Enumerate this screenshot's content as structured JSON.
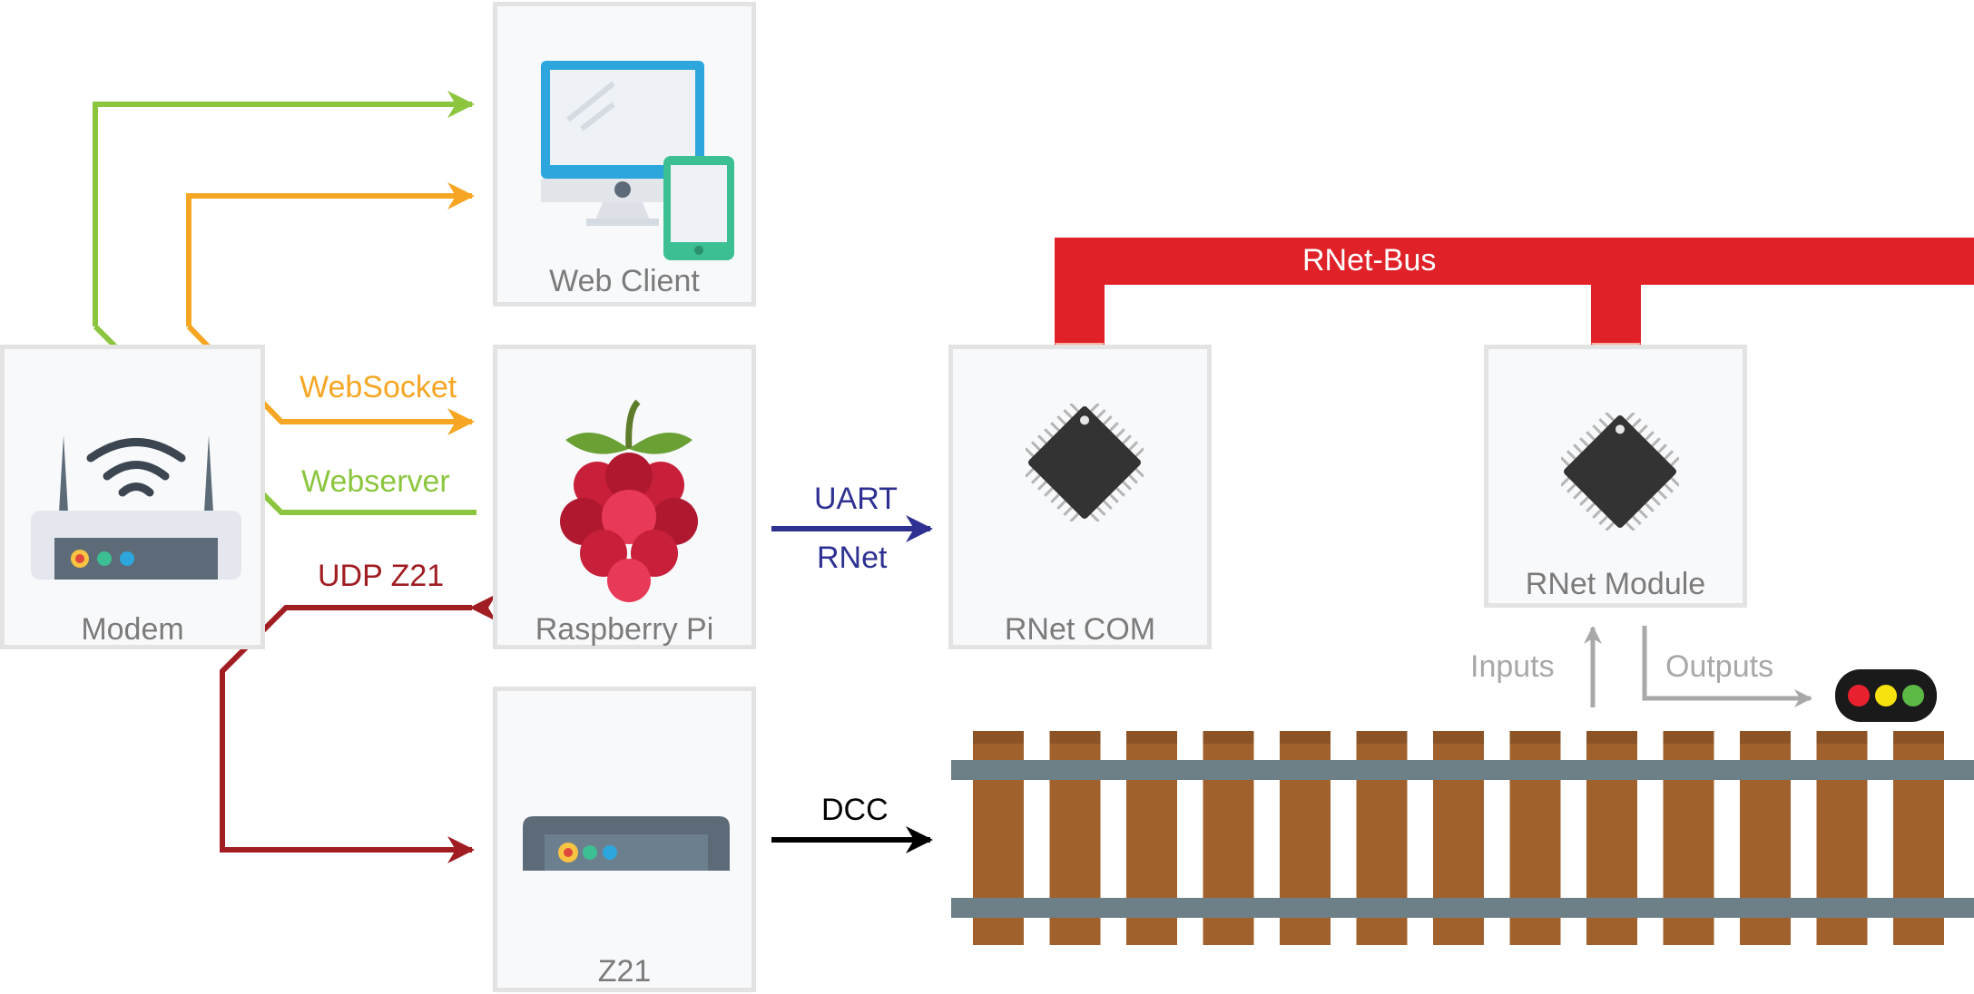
{
  "nodes": {
    "web_client": "Web Client",
    "modem": "Modem",
    "raspberry_pi": "Raspberry Pi",
    "z21": "Z21",
    "rnet_com": "RNet COM",
    "rnet_module": "RNet Module"
  },
  "bus": {
    "label": "RNet-Bus",
    "color": "#e02128"
  },
  "edges": {
    "websocket": "WebSocket",
    "webserver": "Webserver",
    "udp_z21": "UDP Z21",
    "uart": "UART",
    "rnet": "RNet",
    "dcc": "DCC",
    "inputs": "Inputs",
    "outputs": "Outputs"
  },
  "colors": {
    "websocket": "#f6a623",
    "webserver": "#8cc63f",
    "udp_z21": "#a01d22",
    "uart": "#2e3192",
    "dcc": "#000000",
    "io": "#a8a8a8",
    "box_border": "#e3e3e3",
    "box_fill": "#f8f9fb",
    "label": "#7b7b7b"
  },
  "icons": [
    "web-client-icon",
    "router-icon",
    "raspberry-icon",
    "z21-icon",
    "chip-icon",
    "track-icon",
    "signal-icon"
  ]
}
